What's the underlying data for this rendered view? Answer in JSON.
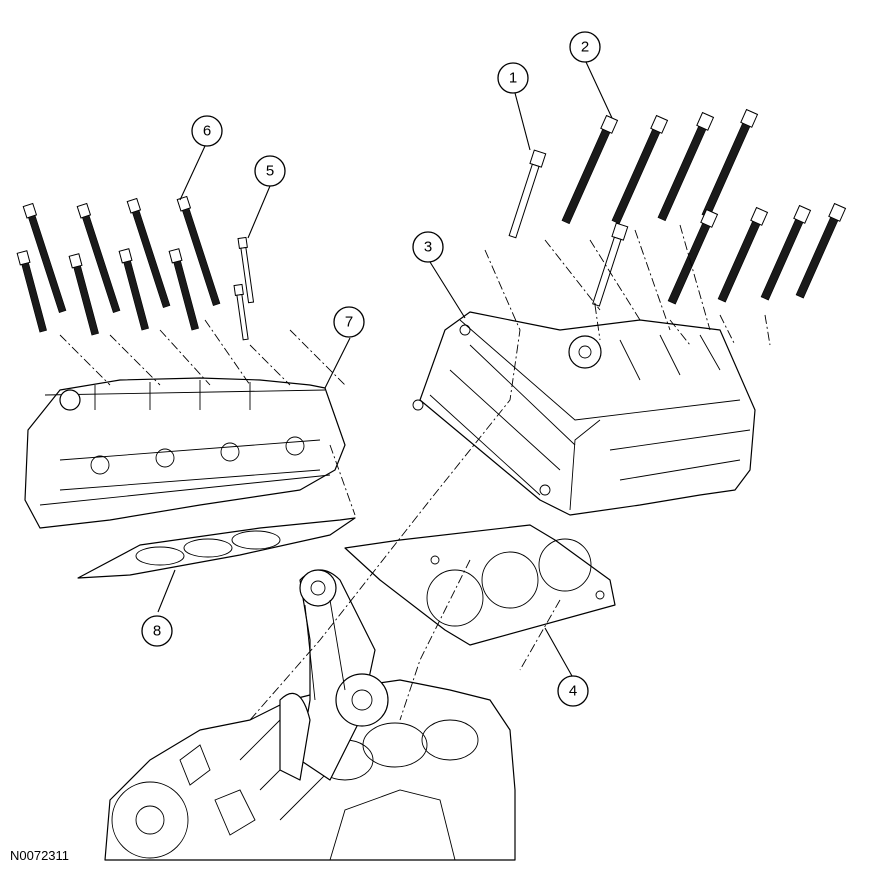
{
  "callouts": [
    {
      "id": "1",
      "label": "1"
    },
    {
      "id": "2",
      "label": "2"
    },
    {
      "id": "3",
      "label": "3"
    },
    {
      "id": "4",
      "label": "4"
    },
    {
      "id": "5",
      "label": "5"
    },
    {
      "id": "6",
      "label": "6"
    },
    {
      "id": "7",
      "label": "7"
    },
    {
      "id": "8",
      "label": "8"
    }
  ],
  "figure_id": "N0072311"
}
